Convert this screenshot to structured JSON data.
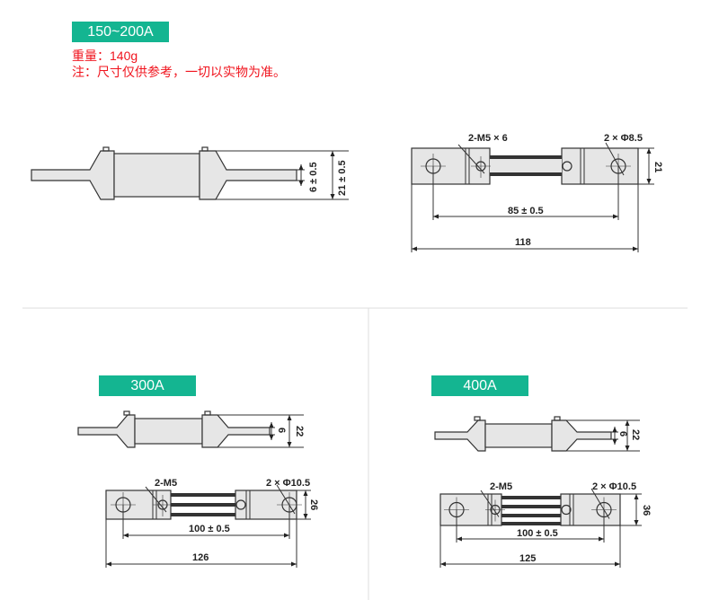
{
  "sections": [
    {
      "rating": "150~200A",
      "weight": "重量：140g",
      "note": "注：尺寸仅供参考，一切以实物为准。",
      "side_dims": {
        "inner": "6 ± 0.5",
        "outer": "21 ± 0.5"
      },
      "top_labels": {
        "screw": "2-M5 × 6",
        "hole": "2 × Φ8.5",
        "height": "21",
        "hole_spacing": "85 ± 0.5",
        "length": "118"
      }
    },
    {
      "rating": "300A",
      "side_dims": {
        "inner": "6",
        "outer": "22"
      },
      "top_labels": {
        "screw": "2-M5",
        "hole": "2 × Φ10.5",
        "height": "26",
        "hole_spacing": "100 ± 0.5",
        "length": "126"
      }
    },
    {
      "rating": "400A",
      "side_dims": {
        "inner": "6",
        "outer": "22"
      },
      "top_labels": {
        "screw": "2-M5",
        "hole": "2 × Φ10.5",
        "height": "36",
        "hole_spacing": "100 ± 0.5",
        "length": "125"
      }
    }
  ],
  "colors": {
    "badge": "#14b591",
    "note": "#f0141e"
  }
}
